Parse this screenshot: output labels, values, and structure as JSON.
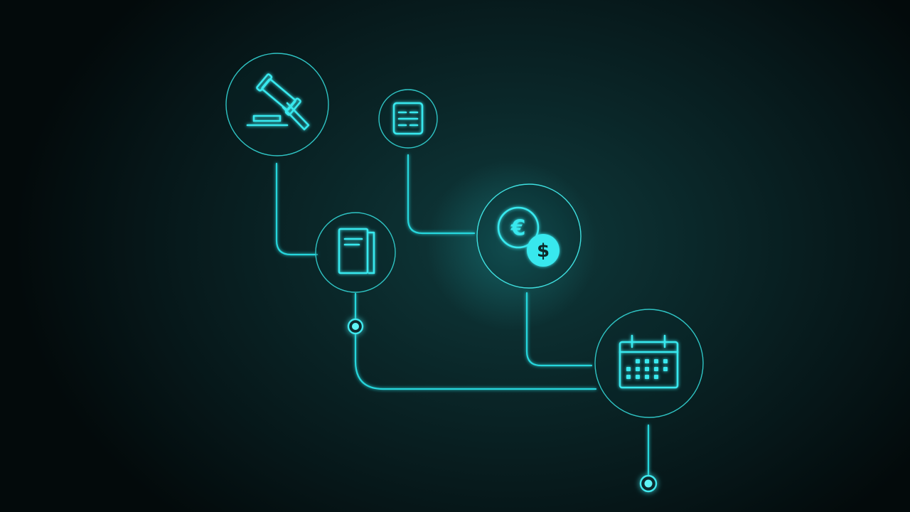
{
  "diagram": {
    "nodes": [
      {
        "id": "gavel",
        "icon": "gavel-icon"
      },
      {
        "id": "calculator",
        "icon": "calculator-icon"
      },
      {
        "id": "documents",
        "icon": "documents-icon"
      },
      {
        "id": "currency",
        "icon": "currency-exchange-icon",
        "symbols": [
          "€",
          "$"
        ]
      },
      {
        "id": "calendar",
        "icon": "calendar-icon"
      }
    ],
    "connections": [
      [
        "gavel",
        "documents"
      ],
      [
        "calculator",
        "currency"
      ],
      [
        "currency",
        "calendar"
      ],
      [
        "documents",
        "calendar"
      ],
      [
        "calendar",
        "terminal"
      ]
    ],
    "colors": {
      "background": "#06181a",
      "accent": "#38e8ee",
      "ring": "#2fc4c4"
    }
  }
}
